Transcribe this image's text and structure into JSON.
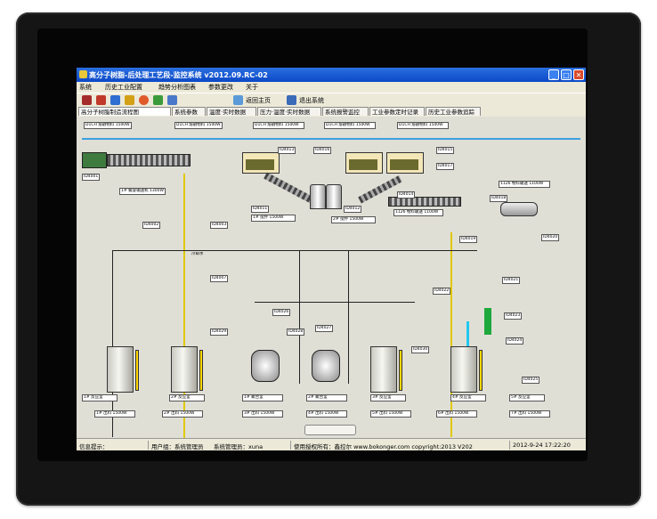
{
  "window": {
    "title": "高分子树脂-后处理工艺段-监控系统 v2012.09.RC-02"
  },
  "menu": [
    "系统",
    "历史工业配置",
    "趋势分析图表",
    "参数更改",
    "关于"
  ],
  "toolbar": {
    "home": "返回主页",
    "exit": "退出系统"
  },
  "tabs": [
    "高分子树脂制造流程图",
    "系统参数",
    "温度·实时数据",
    "压力·温度·实时数据",
    "系统报警监控",
    "工业参数定时记录",
    "历史工业参数追踪"
  ],
  "diagram_labels": {
    "top_flow_1": "D1CH 熔融物料 1500W",
    "top_flow_2": "D1CH 熔融物料 1500W",
    "top_flow_3": "D1CH 熔融物料 1500W",
    "top_flow_4": "D1CH 熔融物料 1500W",
    "top_flow_5": "D1CH 熔融物料 1500W",
    "screw_conveyor": "1# 螺旋输送机 1300W",
    "mixer_1": "1# 搅拌 1500W",
    "mixer_2": "2# 搅拌 1500W",
    "right_feed": "1126 物料输送 1100W",
    "right_mid": "1126 物料输送 1100W",
    "cooling_water": "冷却水",
    "tank_1": "1# 反应釜",
    "tank_2": "2# 反应釜",
    "tank_3": "3# 反应釜",
    "tank_4": "4# 反应釜",
    "tank_5": "5# 反应釜",
    "reactor_a": "1# 聚合釜",
    "reactor_b": "2# 聚合釜",
    "bottom_1": "1# 出料 1500W",
    "bottom_2": "2# 出料 1500W",
    "bottom_3": "3# 出料 1500W",
    "bottom_4": "4# 出料 1500W",
    "bottom_5": "5# 出料 1500W",
    "bottom_6": "6# 出料 1500W",
    "bottom_7": "7# 出料 1500W",
    "tags": [
      "ID4001",
      "ID4002",
      "ID4003",
      "ID4007",
      "ID4013",
      "ID4016",
      "ID4011",
      "ID4012",
      "ID4014",
      "ID4015",
      "ID4017",
      "ID4018",
      "ID4019",
      "ID4020",
      "ID4021",
      "ID4022",
      "ID4023",
      "ID4024",
      "ID4025",
      "ID4026",
      "ID4027",
      "ID4028",
      "ID4029",
      "ID4030"
    ]
  },
  "status": {
    "info_label": "信息提示：",
    "user_label": "用户组：系统管理员",
    "admin_label": "系统管理员：xuna",
    "copyright": "使用授权所有：鑫控尔 www.bokonger.com copyright:2013 V202",
    "datetime": "2012-9-24 17:22:20"
  },
  "colors": {
    "title_bar": "#0b48c7",
    "pipe_blue": "#3aa0e0",
    "pipe_yellow": "#ffe000",
    "bezel": "#151515",
    "gauge": "#ffd800",
    "cyan_flow": "#20c8f0"
  }
}
